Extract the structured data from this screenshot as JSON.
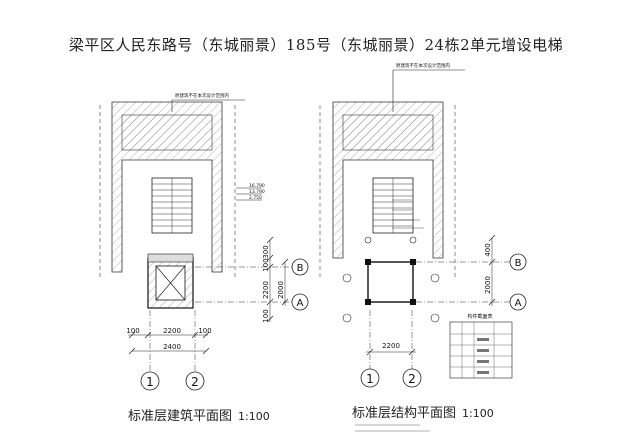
{
  "title": "梁平区人民东路号（东城丽景）185号（东城丽景）24栋2单元增设电梯",
  "left_plan": {
    "caption": "标准层建筑平面图",
    "scale": "1:100",
    "note": "原建筑不在本次设计范围内",
    "elevations": [
      "16.790",
      "13.790",
      "2.750"
    ],
    "dims_vertical": [
      "300",
      "100",
      "2200",
      "2000",
      "100"
    ],
    "dims_horizontal": [
      "100",
      "2200",
      "100",
      "2400"
    ],
    "axis_rows": [
      "B",
      "A"
    ],
    "axis_cols": [
      "1",
      "2"
    ]
  },
  "right_plan": {
    "caption": "标准层结构平面图",
    "scale": "1:100",
    "note": "原建筑不在本次设计范围内",
    "dims_vertical": [
      "400",
      "2000"
    ],
    "dims_horizontal": [
      "2200"
    ],
    "axis_rows": [
      "B",
      "A"
    ],
    "axis_cols": [
      "1",
      "2"
    ],
    "table_title": "构件截面表"
  }
}
